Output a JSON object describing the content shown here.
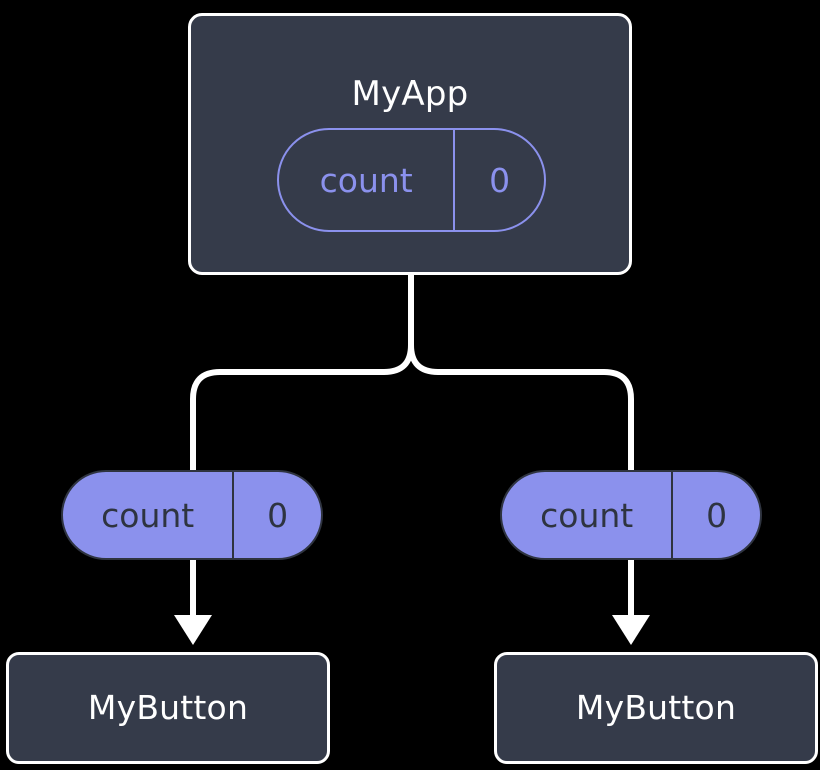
{
  "diagram": {
    "type": "component-state-tree",
    "background_color": "#000000",
    "line_color": "#ffffff",
    "card_fill": "#353b4a",
    "accent_color": "#8b91ed",
    "pill_text_color": "#2e3440",
    "nodes": {
      "root": {
        "title": "MyApp",
        "state": {
          "key": "count",
          "value": "0",
          "style": "outline"
        }
      },
      "branch_left": {
        "state": {
          "key": "count",
          "value": "0",
          "style": "filled"
        },
        "child_title": "MyButton"
      },
      "branch_right": {
        "state": {
          "key": "count",
          "value": "0",
          "style": "filled"
        },
        "child_title": "MyButton"
      }
    },
    "connectors": [
      {
        "name": "root-to-split",
        "shape": "vertical-line"
      },
      {
        "name": "split-to-left-pill",
        "shape": "elbow-curve"
      },
      {
        "name": "split-to-right-pill",
        "shape": "elbow-curve"
      },
      {
        "name": "left-pill-to-button",
        "shape": "arrow-down"
      },
      {
        "name": "right-pill-to-button",
        "shape": "arrow-down"
      }
    ]
  }
}
